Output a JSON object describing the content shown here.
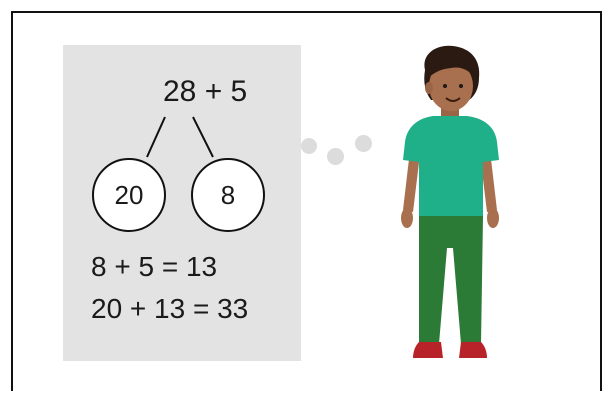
{
  "diagram": {
    "top_expression": "28 + 5",
    "left_part": "20",
    "right_part": "8",
    "equation_1": "8 + 5 = 13",
    "equation_2": "20 + 13 = 33"
  },
  "colors": {
    "panel_background": "#e3e3e3",
    "shirt": "#1fb08a",
    "pants": "#2b7a36",
    "skin": "#a8704f",
    "hair": "#2a1a12",
    "shoes": "#b8232a",
    "thought_dots": "#dcdcdc"
  }
}
